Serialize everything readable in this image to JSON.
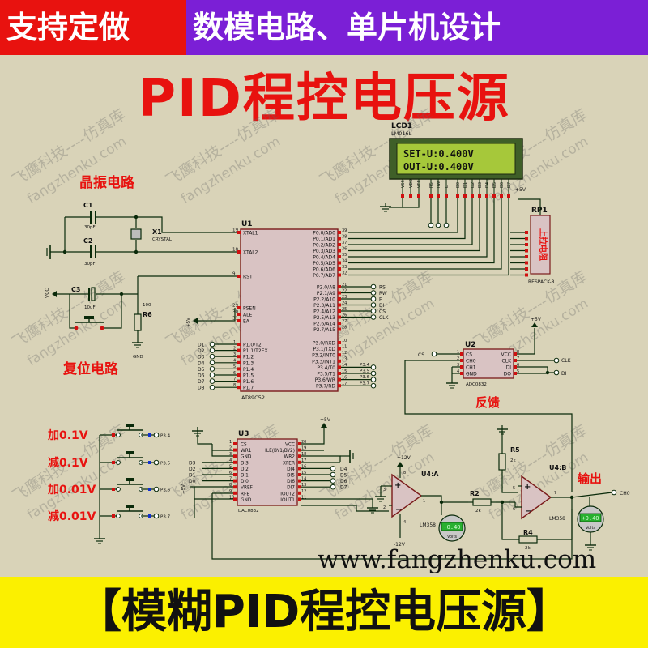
{
  "banner": {
    "left_text": "支持定做",
    "right_text": "数模电路、单片机设计",
    "left_color": "#e8120f",
    "right_color": "#7b1fd6"
  },
  "title": "PID程控电压源",
  "footer": {
    "text": "【模糊PID程控电压源】",
    "color": "#fbf000"
  },
  "website": "www.fangzhenku.com",
  "watermark": {
    "cn": "飞鹰科技",
    "cn2": "仿真库",
    "url": "fangzhenku.com"
  },
  "section_labels": {
    "crystal": "晶振电路",
    "reset": "复位电路",
    "feedback": "反馈",
    "output": "输出",
    "pullup": "上拉电阻"
  },
  "lcd": {
    "ref": "LCD1",
    "model": "LM016L",
    "line1": "SET-U:0.400V",
    "line2": "OUT-U:0.400V",
    "pins": [
      "VSS",
      "VDD",
      "VEE",
      "RS",
      "RW",
      "E",
      "D0",
      "D1",
      "D2",
      "D3",
      "D4",
      "D5",
      "D6",
      "D7"
    ],
    "supply": "+5V"
  },
  "rp1": {
    "ref": "RP1",
    "model": "RESPACK-8"
  },
  "crystal": {
    "c1": "C1",
    "c1_val": "30pF",
    "c2": "C2",
    "c2_val": "30pF",
    "x1": "X1",
    "x1_type": "CRYSTAL"
  },
  "reset": {
    "c3": "C3",
    "c3_val": "10uF",
    "r6": "R6",
    "r6_val": "100",
    "vcc": "VCC",
    "gnd": "GND"
  },
  "mcu": {
    "ref": "U1",
    "model": "AT89C52",
    "left_top": [
      {
        "num": "19",
        "name": "XTAL1"
      },
      {
        "num": "18",
        "name": "XTAL2"
      },
      {
        "num": "9",
        "name": "RST"
      },
      {
        "num": "29",
        "name": "PSEN"
      },
      {
        "num": "30",
        "name": "ALE"
      },
      {
        "num": "31",
        "name": "EA"
      }
    ],
    "left_bottom": [
      {
        "num": "1",
        "name": "P1.0/T2",
        "net": "D1"
      },
      {
        "num": "2",
        "name": "P1.1/T2EX",
        "net": "D2"
      },
      {
        "num": "3",
        "name": "P1.2",
        "net": "D3"
      },
      {
        "num": "4",
        "name": "P1.3",
        "net": "D4"
      },
      {
        "num": "5",
        "name": "P1.4",
        "net": "D5"
      },
      {
        "num": "6",
        "name": "P1.5",
        "net": "D6"
      },
      {
        "num": "7",
        "name": "P1.6",
        "net": "D7"
      },
      {
        "num": "8",
        "name": "P1.7",
        "net": "D8"
      }
    ],
    "right_p0": [
      {
        "num": "39",
        "name": "P0.0/AD0"
      },
      {
        "num": "38",
        "name": "P0.1/AD1"
      },
      {
        "num": "37",
        "name": "P0.2/AD2"
      },
      {
        "num": "36",
        "name": "P0.3/AD3"
      },
      {
        "num": "35",
        "name": "P0.4/AD4"
      },
      {
        "num": "34",
        "name": "P0.5/AD5"
      },
      {
        "num": "33",
        "name": "P0.6/AD6"
      },
      {
        "num": "32",
        "name": "P0.7/AD7"
      }
    ],
    "right_p2": [
      {
        "num": "21",
        "name": "P2.0/A8",
        "net": "RS"
      },
      {
        "num": "22",
        "name": "P2.1/A9",
        "net": "RW"
      },
      {
        "num": "23",
        "name": "P2.2/A10",
        "net": "E"
      },
      {
        "num": "24",
        "name": "P2.3/A11",
        "net": "DI"
      },
      {
        "num": "25",
        "name": "P2.4/A12",
        "net": "CS"
      },
      {
        "num": "26",
        "name": "P2.5/A13",
        "net": "CLK"
      },
      {
        "num": "27",
        "name": "P2.6/A14",
        "net": ""
      },
      {
        "num": "28",
        "name": "P2.7/A15",
        "net": ""
      }
    ],
    "right_p3": [
      {
        "num": "10",
        "name": "P3.0/RXD",
        "net": ""
      },
      {
        "num": "11",
        "name": "P3.1/TXD",
        "net": ""
      },
      {
        "num": "12",
        "name": "P3.2/INT0",
        "net": ""
      },
      {
        "num": "13",
        "name": "P3.3/INT1",
        "net": ""
      },
      {
        "num": "14",
        "name": "P3.4/T0",
        "net": "P3.4"
      },
      {
        "num": "15",
        "name": "P3.5/T1",
        "net": "P3.5"
      },
      {
        "num": "16",
        "name": "P3.6/WR",
        "net": "P3.6"
      },
      {
        "num": "17",
        "name": "P3.7/RD",
        "net": "P3.7"
      }
    ],
    "vcc_label": "+5V"
  },
  "adc": {
    "ref": "U2",
    "model": "ADC0832",
    "pins_left": [
      {
        "num": "1",
        "name": "CS"
      },
      {
        "num": "2",
        "name": "CH0"
      },
      {
        "num": "3",
        "name": "CH1"
      },
      {
        "num": "4",
        "name": "GND"
      }
    ],
    "pins_right": [
      {
        "num": "8",
        "name": "VCC"
      },
      {
        "num": "7",
        "name": "CLK"
      },
      {
        "num": "6",
        "name": "DI"
      },
      {
        "num": "5",
        "name": "DO"
      }
    ],
    "nets": {
      "cs": "CS",
      "clk": "CLK",
      "di": "DI"
    },
    "vcc_label": "+5V"
  },
  "dac": {
    "ref": "U3",
    "model": "DAC0832",
    "pins_left": [
      {
        "num": "1",
        "name": "CS",
        "net": ""
      },
      {
        "num": "2",
        "name": "WR1",
        "net": ""
      },
      {
        "num": "3",
        "name": "GND",
        "net": ""
      },
      {
        "num": "4",
        "name": "DI3",
        "net": "D3"
      },
      {
        "num": "5",
        "name": "DI2",
        "net": "D2"
      },
      {
        "num": "6",
        "name": "DI1",
        "net": "D1"
      },
      {
        "num": "7",
        "name": "DI0",
        "net": "D0"
      },
      {
        "num": "8",
        "name": "VREF",
        "net": ""
      },
      {
        "num": "9",
        "name": "RFB",
        "net": ""
      },
      {
        "num": "10",
        "name": "GND",
        "net": ""
      }
    ],
    "pins_right": [
      {
        "num": "20",
        "name": "VCC",
        "net": ""
      },
      {
        "num": "19",
        "name": "ILE(BY1/BY2)",
        "net": ""
      },
      {
        "num": "18",
        "name": "WR2",
        "net": ""
      },
      {
        "num": "17",
        "name": "XFER",
        "net": ""
      },
      {
        "num": "16",
        "name": "DI4",
        "net": "D4"
      },
      {
        "num": "15",
        "name": "DI5",
        "net": "D5"
      },
      {
        "num": "14",
        "name": "DI6",
        "net": "D6"
      },
      {
        "num": "13",
        "name": "DI7",
        "net": "D7"
      },
      {
        "num": "12",
        "name": "IOUT2",
        "net": ""
      },
      {
        "num": "11",
        "name": "IOUT1",
        "net": ""
      }
    ],
    "left_nets_extra": [
      "D3",
      "D2",
      "D1",
      "D0"
    ],
    "vcc_label": "+5V",
    "vref_label": "+5V"
  },
  "opamps": {
    "u4a": {
      "ref": "U4:A",
      "model": "LM358",
      "pos": "+12V",
      "neg": "-12V",
      "pin_plus": "3",
      "pin_minus": "2",
      "pin_out": "1",
      "pin_v": "8",
      "pin_g": "4"
    },
    "u4b": {
      "ref": "U4:B",
      "model": "LM358",
      "pin_plus": "5",
      "pin_minus": "6",
      "pin_out": "7"
    }
  },
  "resistors": {
    "r2": "R2",
    "r2_val": "2k",
    "r4": "R4",
    "r4_val": "2k",
    "r5": "R5",
    "r5_val": "2k"
  },
  "meters": {
    "m1": {
      "reading": "-0.40",
      "unit": "Volts"
    },
    "m2": {
      "reading": "+0.40",
      "unit": "Volts"
    }
  },
  "output_net": "CH0",
  "buttons": [
    {
      "label": "加0.1V",
      "net": "P3.4"
    },
    {
      "label": "减0.1V",
      "net": "P3.5"
    },
    {
      "label": "加0.01V",
      "net": "P3.6"
    },
    {
      "label": "减0.01V",
      "net": "P3.7"
    }
  ],
  "colors": {
    "wire": "#0a2a0a",
    "chip_fill": "#d9c3c3",
    "chip_border": "#7a1a1a",
    "lcd_screen": "#a6c83a",
    "pin_red": "#d01010",
    "pin_blue": "#1030d0",
    "label_red": "#e8120f",
    "meter_green": "#28b030"
  }
}
